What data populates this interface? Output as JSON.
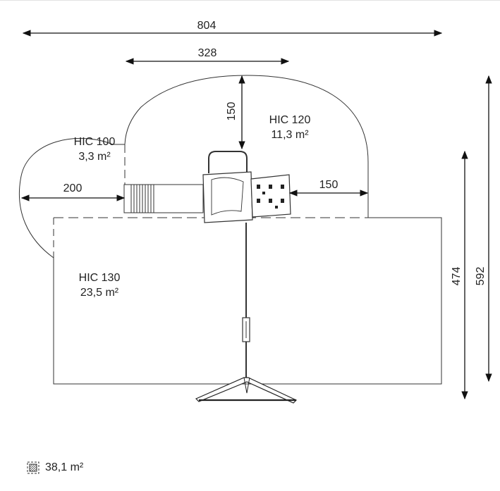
{
  "dimensions": {
    "total_width": "804",
    "top_width": "328",
    "top_height": "150",
    "left_width": "200",
    "right_width": "150",
    "inner_height": "474",
    "total_height": "592"
  },
  "zones": {
    "hic100": {
      "name": "HIC 100",
      "area": "3,3 m²"
    },
    "hic120": {
      "name": "HIC 120",
      "area": "11,3 m²"
    },
    "hic130": {
      "name": "HIC 130",
      "area": "23,5 m²"
    }
  },
  "legend": {
    "total_area": "38,1 m²",
    "icon": "hatched-area-icon"
  },
  "colors": {
    "line": "#222222",
    "fill": "#d7d7d7",
    "dark": "#111111"
  }
}
